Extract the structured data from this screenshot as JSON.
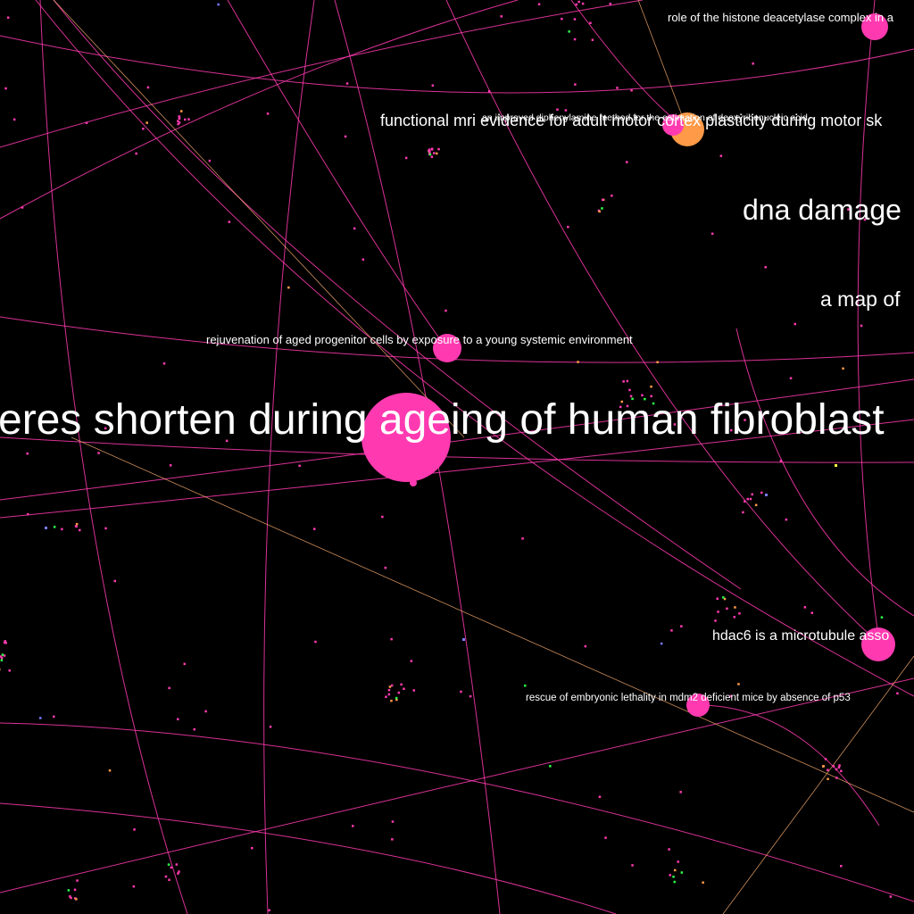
{
  "colors": {
    "background": "#000000",
    "edge_primary": "#ff3ab0",
    "edge_secondary": "#ffb070",
    "node_primary": "#ff3ab0",
    "node_secondary": "#ff9a48",
    "dot_green": "#2bff48",
    "dot_orange": "#ff9a48",
    "dot_yellow": "#ffff40",
    "dot_blue": "#7a7aff",
    "label": "#ffffff"
  },
  "labels": {
    "telomeres": "eres shorten during ageing of human fibroblast",
    "dna_damage": "dna damage",
    "map_of": "a map of",
    "functional_mri": "functional mri evidence for adult motor cortex plasticity during motor sk",
    "diphenylamine": "an improved diphenylamine method for the estimation of deoxyribonucleic acid",
    "histone": "role of the histone deacetylase complex in a",
    "rejuvenation": "rejuvenation of aged progenitor cells by exposure to a young systemic environment",
    "hdac6": "hdac6 is a microtubule asso",
    "mdm2": "rescue of embryonic lethality in mdm2 deficient mice by absence of p53"
  }
}
